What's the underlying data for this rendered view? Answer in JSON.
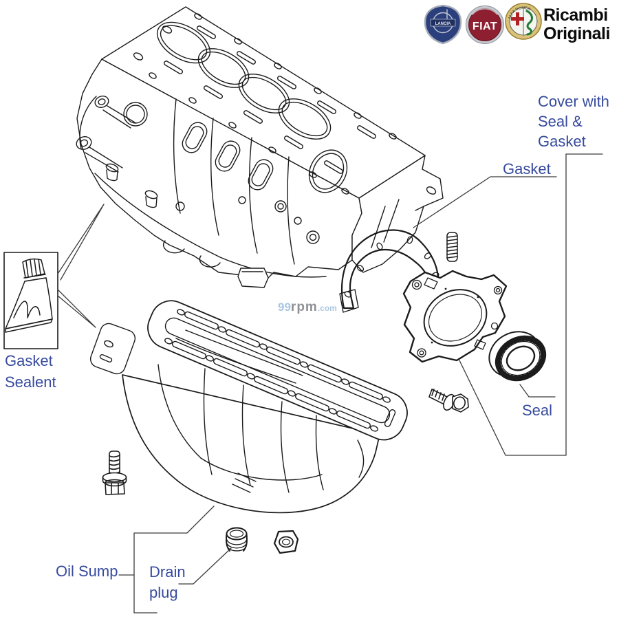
{
  "brand": {
    "title_line1": "Ricambi",
    "title_line2": "Originali",
    "lancia_text": "LANCIA",
    "fiat_text": "FIAT",
    "alfa_text": "ALFA ROMEO",
    "logo_names": [
      "lancia-logo",
      "fiat-logo",
      "alfa-romeo-logo"
    ]
  },
  "watermark": {
    "num": "99",
    "mid": "rpm",
    "tld": ".com"
  },
  "labels": {
    "cover_line1": "Cover with",
    "cover_line2": "Seal &",
    "cover_line3": "Gasket",
    "gasket": "Gasket",
    "sealant_line1": "Gasket",
    "sealant_line2": "Sealent",
    "seal": "Seal",
    "oil_sump": "Oil Sump",
    "drain_line1": "Drain",
    "drain_line2": "plug"
  },
  "parts": [
    "engine-block",
    "oil-sump",
    "sump-flange-gasket-surface",
    "gasket-sealant-tube",
    "rear-main-seal-gasket",
    "rear-main-seal-cover",
    "crankshaft-oil-seal",
    "stud-bolt",
    "hex-bolt-with-washer",
    "sump-bolt",
    "oil-drain-plug",
    "hex-nut"
  ],
  "colors": {
    "label_blue": "#364a9e",
    "line_black": "#1b1b1b",
    "leader_gray": "#3a3a3a",
    "watermark_blue": "#a9c7e2",
    "watermark_gray": "#8e9095",
    "fiat_red": "#8e1f30",
    "lancia_blue": "#2c3f7d",
    "alfa_gold": "#d9c27a",
    "alfa_green": "#1e7a33",
    "alfa_red": "#b22222"
  }
}
